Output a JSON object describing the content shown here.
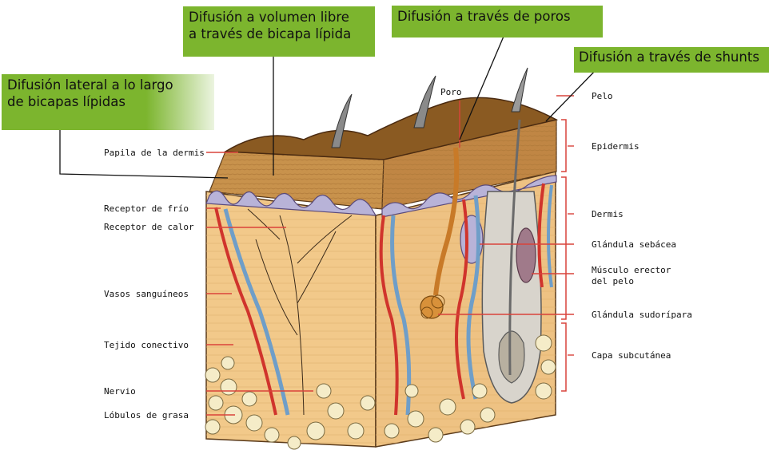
{
  "callouts": {
    "lateral": [
      "Difusión lateral a lo largo",
      "de bicapas lípidas"
    ],
    "volumen": [
      "Difusión a volumen libre",
      "a través de bicapa lípida"
    ],
    "poros": [
      "Difusión a través de poros"
    ],
    "shunts": [
      "Difusión a través de shunts"
    ]
  },
  "labels": {
    "left": [
      "Papila de la dermis",
      "Receptor de frío",
      "Receptor de calor",
      "Vasos sanguíneos",
      "Tejido conectivo",
      "Nervio",
      "Lóbulos de grasa"
    ],
    "top": [
      "Poro"
    ],
    "right": [
      "Pelo",
      "Epidermis",
      "Dermis",
      "Glándula sebácea",
      "Músculo erector",
      "del pelo",
      "Glándula sudorípara",
      "Capa subcutánea"
    ]
  },
  "colors": {
    "callout_green": "#7cb52e",
    "epidermis_brown": "#8a5a22",
    "dermis_tan": "#f2c98a",
    "artery_red": "#d0342c",
    "vein_blue": "#6f9ec8",
    "fat_cream": "#f5ecc8",
    "pointer_red": "#d9433b"
  }
}
